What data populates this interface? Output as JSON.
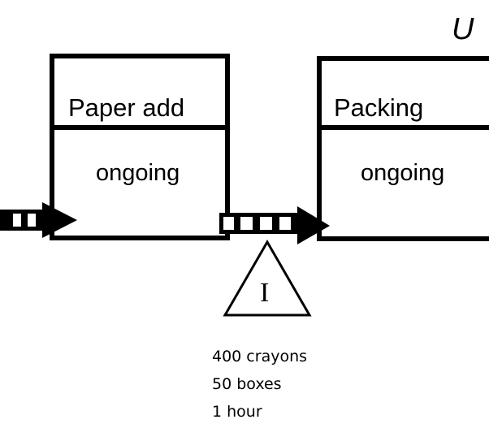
{
  "corner_mark": "U",
  "processes": [
    {
      "title": "Paper add",
      "status": "ongoing"
    },
    {
      "title": "Packing",
      "status": "ongoing"
    }
  ],
  "inventory": {
    "symbol": "I",
    "notes": [
      "400 crayons",
      "50 boxes",
      "1 hour"
    ]
  },
  "colors": {
    "line": "#000000",
    "background": "#ffffff"
  }
}
